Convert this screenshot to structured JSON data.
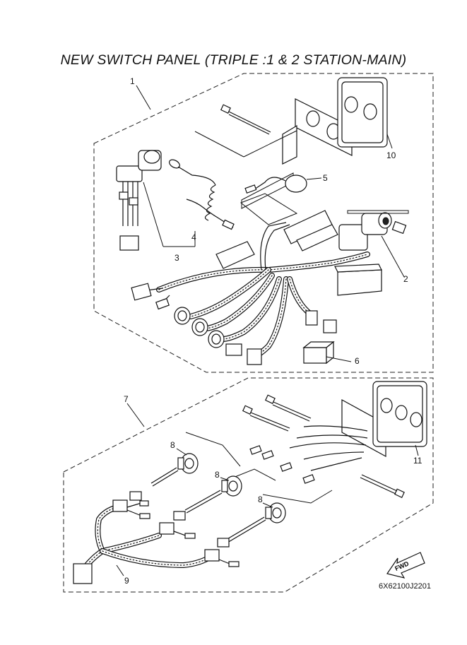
{
  "title": "NEW SWITCH PANEL (TRIPLE :1 & 2 STATION-MAIN)",
  "diagram_code": "6X62100J2201",
  "fwd_label": "FWD",
  "callouts": {
    "c1": "1",
    "c2": "2",
    "c3": "3",
    "c4": "4",
    "c5": "5",
    "c6": "6",
    "c7": "7",
    "c8a": "8",
    "c8b": "8",
    "c8c": "8",
    "c9": "9",
    "c10": "10",
    "c11": "11"
  }
}
